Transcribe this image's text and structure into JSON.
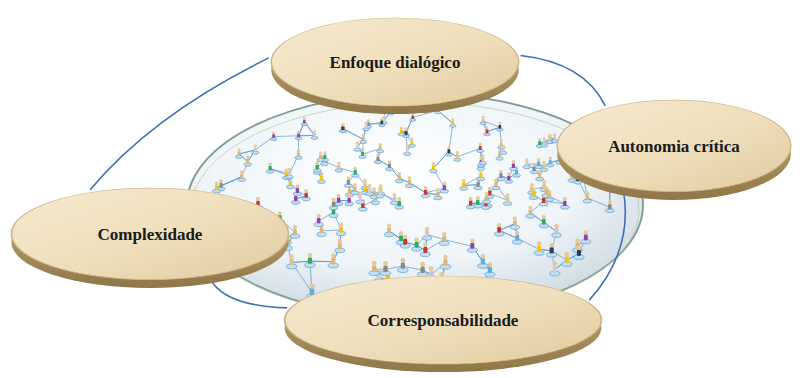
{
  "diagram": {
    "nodes": [
      {
        "text": [
          "Enfoque dialógico"
        ]
      },
      {
        "text": [
          "Autonomia crítica"
        ]
      },
      {
        "text": [
          "Complexidade"
        ]
      },
      {
        "text": [
          "Corresponsabilidade"
        ]
      }
    ],
    "edges": [
      {
        "from": 0,
        "to": 1,
        "arrow": "none"
      },
      {
        "from": 1,
        "to": 3,
        "arrow": "none"
      },
      {
        "from": 3,
        "to": 2,
        "arrow": "none"
      },
      {
        "from": 2,
        "to": 0,
        "arrow": "none"
      }
    ]
  }
}
